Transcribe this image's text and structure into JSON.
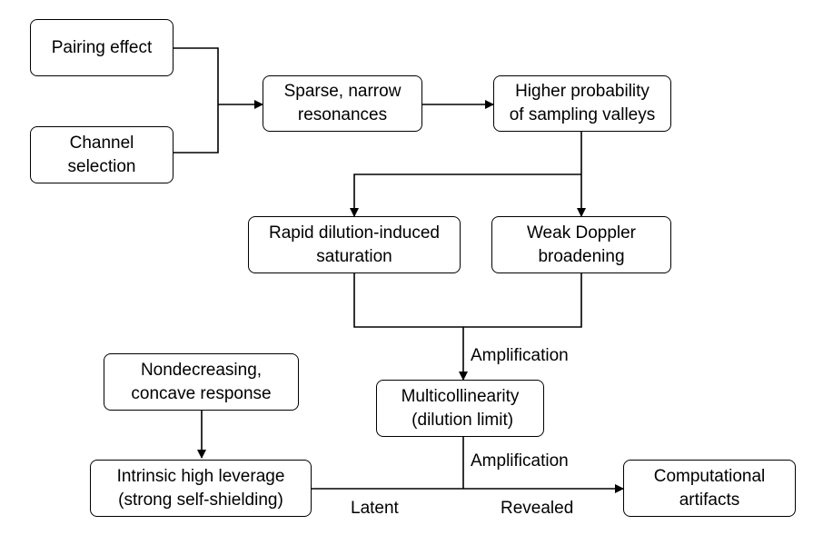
{
  "nodes": {
    "pairing_effect": [
      "Pairing effect"
    ],
    "channel_selection": [
      "Channel",
      "selection"
    ],
    "sparse_resonances": [
      "Sparse, narrow",
      "resonances"
    ],
    "higher_probability": [
      "Higher probability",
      "of sampling valleys"
    ],
    "rapid_dilution": [
      "Rapid dilution-induced",
      "saturation"
    ],
    "weak_doppler": [
      "Weak Doppler",
      "broadening"
    ],
    "nondecreasing": [
      "Nondecreasing,",
      "concave response"
    ],
    "multicollinearity": [
      "Multicollinearity",
      " (dilution limit)"
    ],
    "intrinsic_leverage": [
      "Intrinsic high leverage",
      "(strong self-shielding)"
    ],
    "computational_artifacts": [
      "Computational",
      "artifacts"
    ]
  },
  "edge_labels": {
    "amplification_upper": "Amplification",
    "amplification_lower": "Amplification",
    "latent": "Latent",
    "revealed": "Revealed"
  },
  "style": {
    "stroke": "#000000",
    "fill": "#ffffff"
  }
}
